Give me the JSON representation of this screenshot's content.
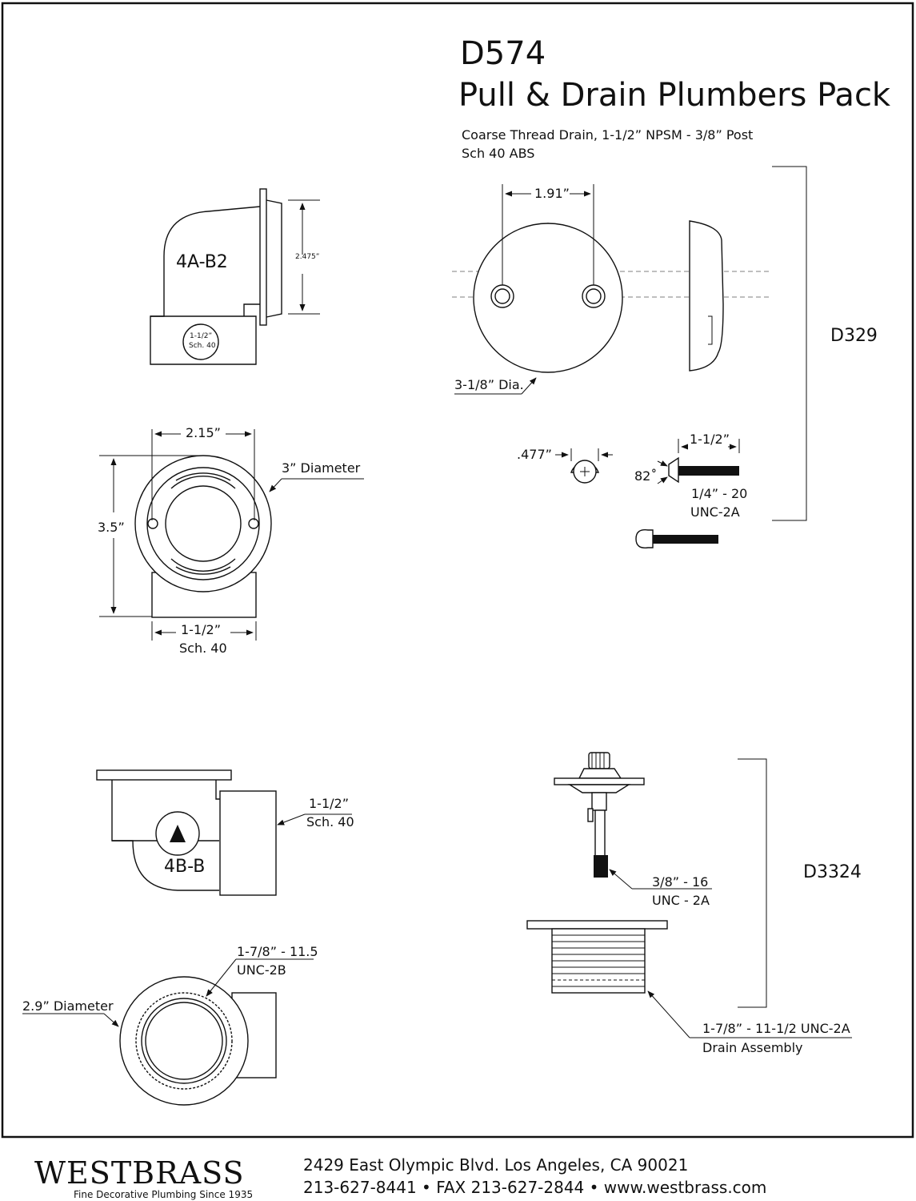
{
  "header": {
    "model": "D574",
    "title": "Pull & Drain Plumbers Pack",
    "spec_line1": "Coarse Thread Drain, 1-1/2” NPSM - 3/8” Post",
    "spec_line2": "Sch 40 ABS"
  },
  "part_4ab2": {
    "label": "4A-B2",
    "height_dim": "2.475”",
    "port_line1": "1-1/2”",
    "port_line2": "Sch. 40"
  },
  "part_front": {
    "width_dim": "2.15”",
    "diameter_label": "3” Diameter",
    "height_dim": "3.5”",
    "pipe_line1": "1-1/2”",
    "pipe_line2": "Sch. 40"
  },
  "part_4bb": {
    "label": "4B-B",
    "pipe_line1": "1-1/2”",
    "pipe_line2": "Sch. 40"
  },
  "part_bottom": {
    "thread_line1": "1-7/8” - 11.5",
    "thread_line2": "UNC-2B",
    "diameter_label": "2.9” Diameter"
  },
  "d329": {
    "label": "D329",
    "hole_spacing": "1.91”",
    "plate_dia": "3-1/8” Dia.",
    "screw_head": ".477”",
    "screw_length": "1-1/2”",
    "screw_angle": "82˚",
    "screw_thread1": "1/4” - 20",
    "screw_thread2": "UNC-2A"
  },
  "d3324": {
    "label": "D3324",
    "stem_thread1": "3/8” - 16",
    "stem_thread2": "UNC - 2A",
    "drain_thread1": "1-7/8” - 11-1/2 UNC-2A",
    "drain_thread2": "Drain Assembly"
  },
  "footer": {
    "brand": "WESTBRASS",
    "tagline": "Fine Decorative Plumbing Since 1935",
    "address": "2429 East Olympic Blvd. Los Angeles, CA  90021",
    "contact": "213-627-8441 • FAX 213-627-2844 • www.westbrass.com"
  }
}
